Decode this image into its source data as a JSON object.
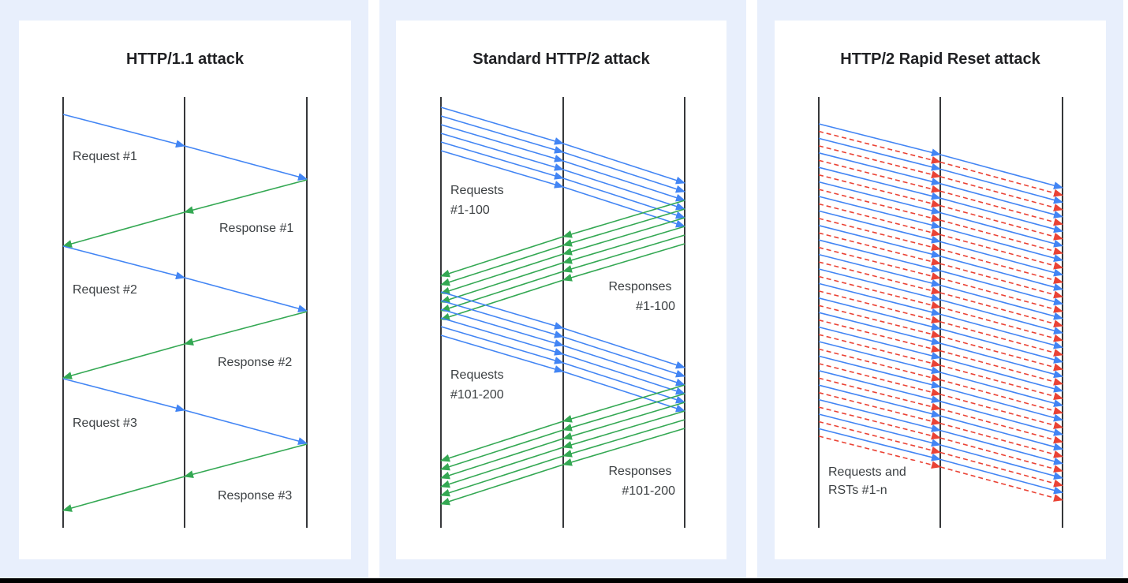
{
  "colors": {
    "request": "#4285f4",
    "response": "#34a853",
    "reset": "#ea4335",
    "timeline": "#202124",
    "frame": "#e8effc"
  },
  "panels": [
    {
      "title": "HTTP/1.1 attack",
      "labels": [
        "Request #1",
        "Response #1",
        "Request #2",
        "Response #2",
        "Request #3",
        "Response #3"
      ]
    },
    {
      "title": "Standard HTTP/2 attack",
      "labels": [
        {
          "lines": [
            "Requests",
            "#1-100"
          ]
        },
        {
          "lines": [
            "Responses",
            "#1-100"
          ]
        },
        {
          "lines": [
            "Requests",
            "#101-200"
          ]
        },
        {
          "lines": [
            "Responses",
            "#101-200"
          ]
        }
      ]
    },
    {
      "title": "HTTP/2 Rapid Reset attack",
      "labels": [
        {
          "lines": [
            "Requests and",
            "RSTs #1-n"
          ]
        }
      ]
    }
  ]
}
